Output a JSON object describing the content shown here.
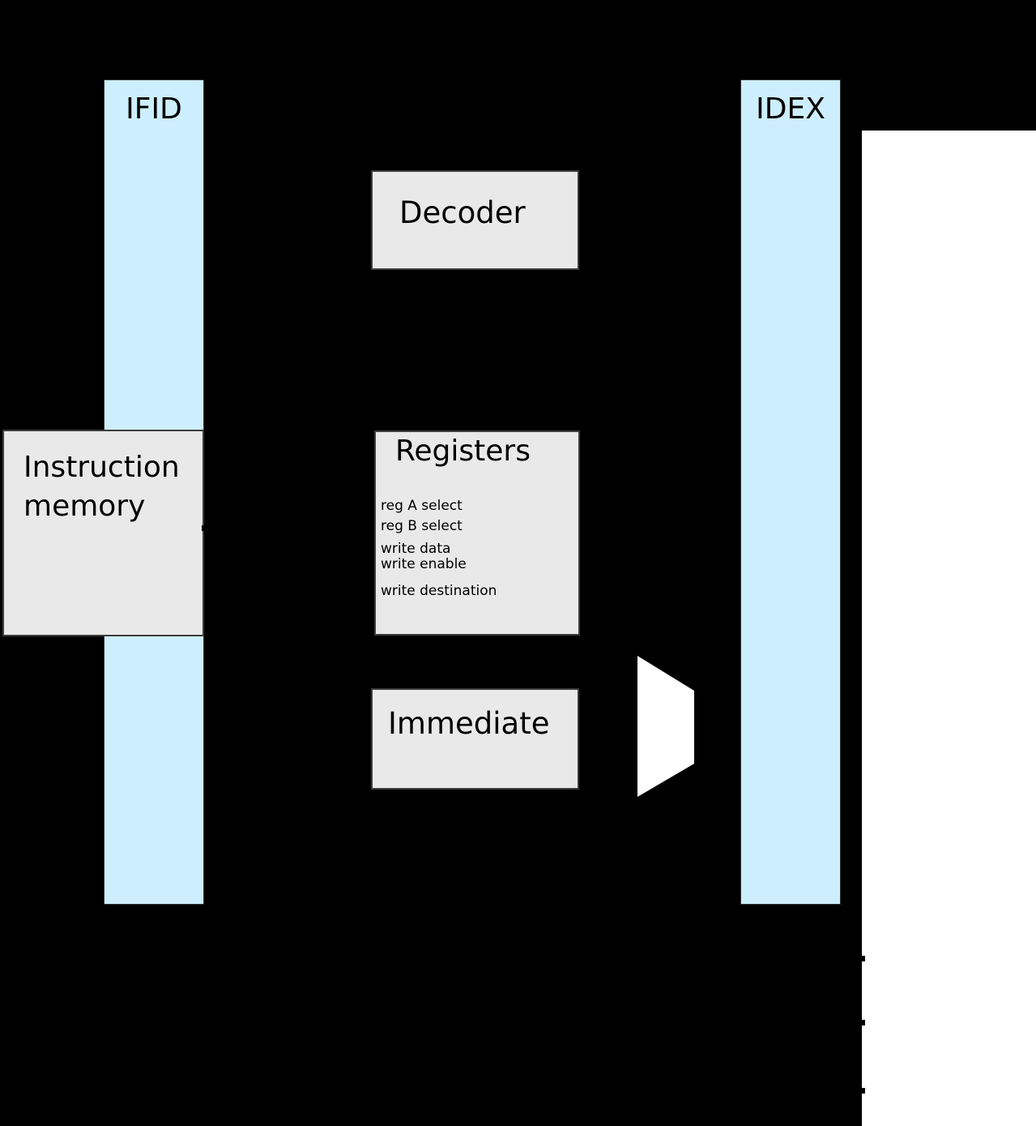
{
  "colors": {
    "background": "#000000",
    "bar_fill": "#cdeefc",
    "bar_border": "#333333",
    "box_fill": "#e9e9e9",
    "box_border": "#3d3d3d",
    "mux_fill": "#ffffff",
    "white_area": "#ffffff",
    "text": "#000000"
  },
  "bars": {
    "ifid": {
      "label": "IFID"
    },
    "idex": {
      "label": "IDEX"
    }
  },
  "blocks": {
    "instruction_memory": {
      "title": "Instruction memory"
    },
    "decoder": {
      "title": "Decoder"
    },
    "registers": {
      "title": "Registers",
      "ports": {
        "reg_a_select": "reg A select",
        "reg_b_select": "reg B select",
        "write_data": "write data",
        "write_enable": "write enable",
        "write_destination": "write destination"
      }
    },
    "immediate": {
      "title": "Immediate"
    }
  }
}
